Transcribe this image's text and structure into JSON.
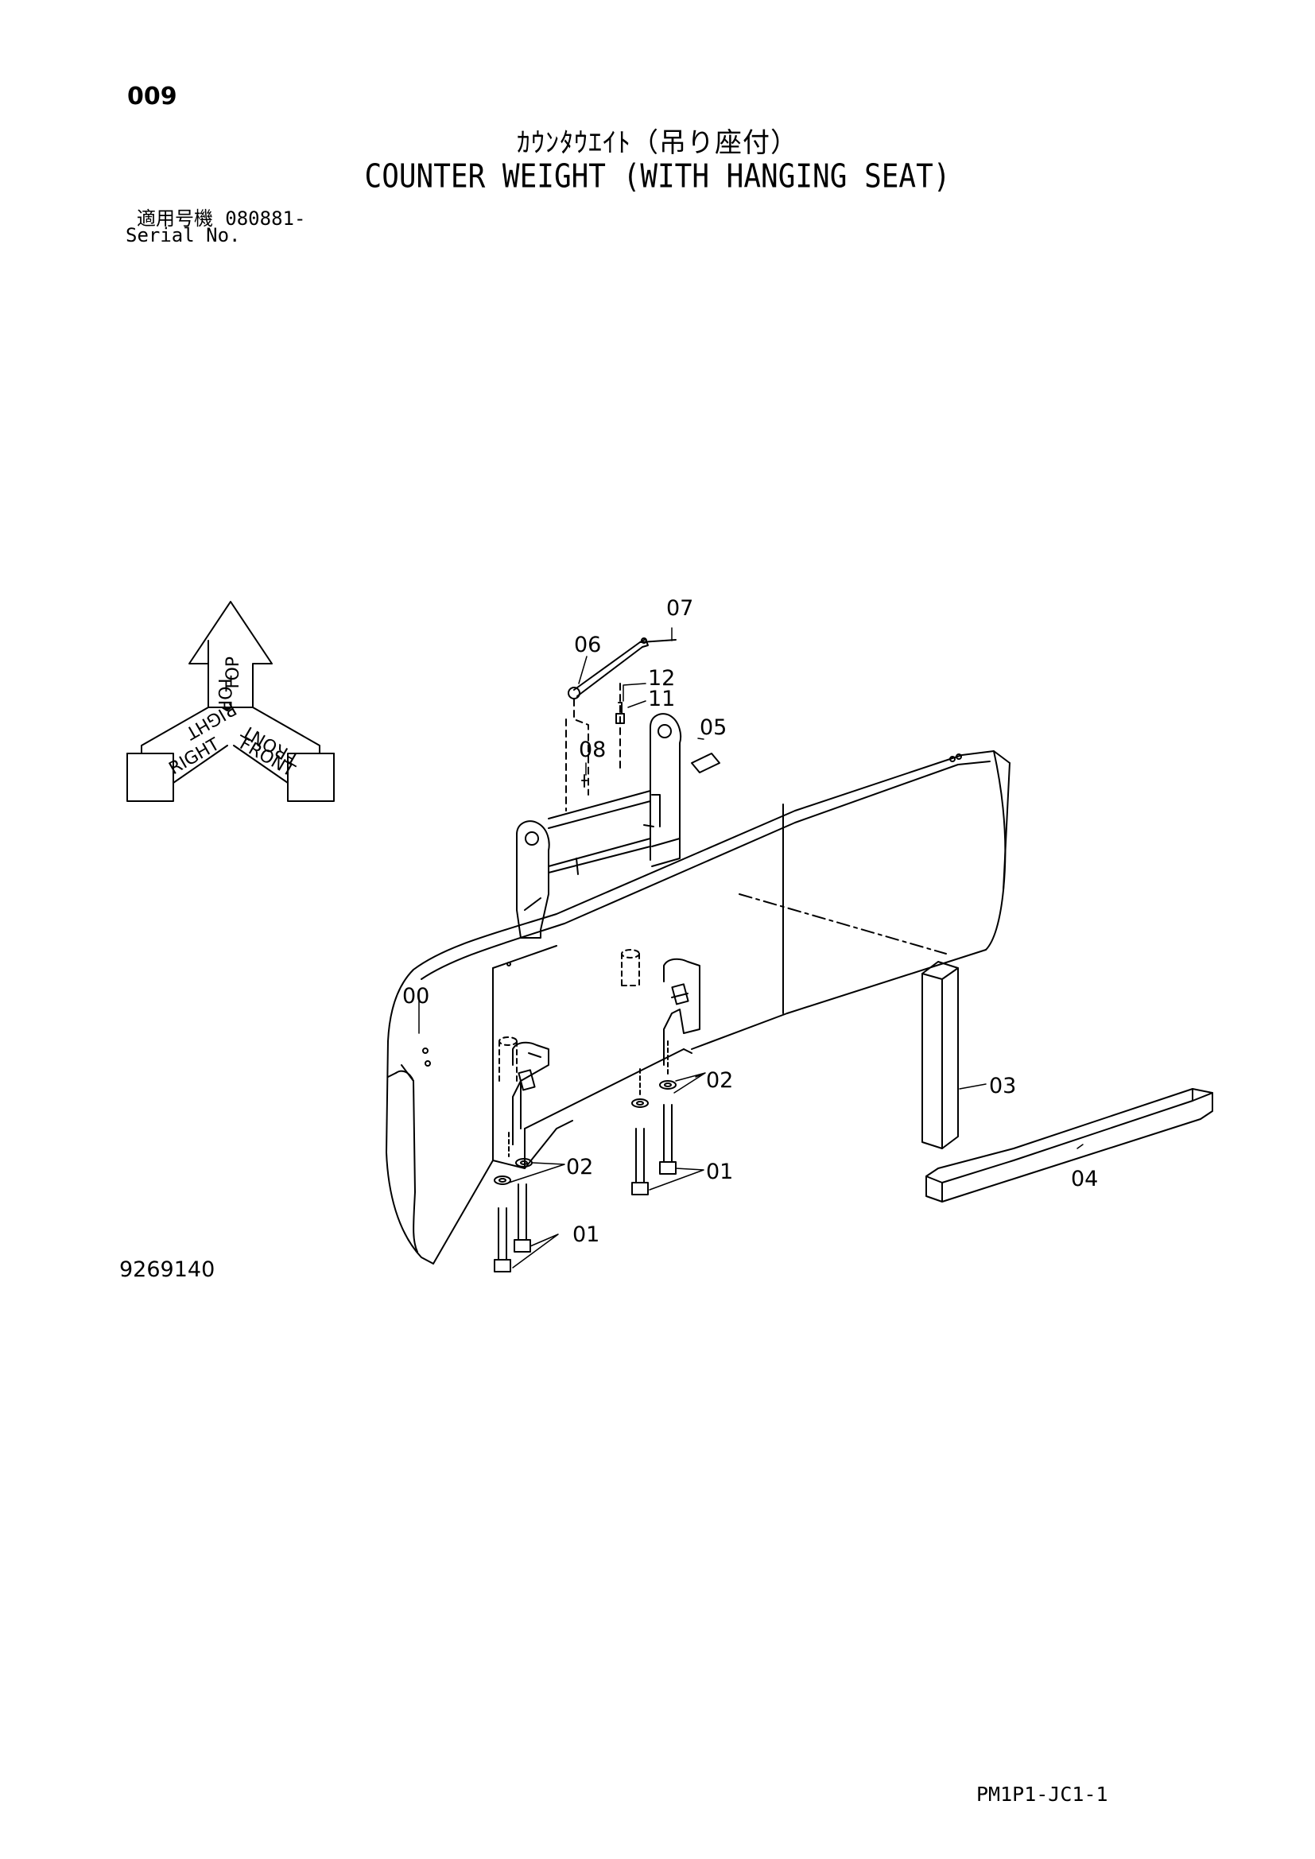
{
  "header": {
    "page_number": "009",
    "title_jp": "ｶｳﾝﾀｳｴｲﾄ（吊り座付）",
    "title_en": "COUNTER WEIGHT (WITH HANGING SEAT)",
    "serial_label_jp": "適用号機",
    "serial_value": "080881-",
    "serial_label_en": "Serial No."
  },
  "orientation_icon": {
    "top_label": "TOP",
    "right_label": "RIGHT",
    "front_label": "FRONT"
  },
  "part_callouts": {
    "c00": "00",
    "c01a": "01",
    "c01b": "01",
    "c02a": "02",
    "c02b": "02",
    "c03": "03",
    "c04": "04",
    "c05": "05",
    "c06": "06",
    "c07": "07",
    "c08": "08",
    "c11": "11",
    "c12": "12"
  },
  "footer": {
    "drawing_number": "9269140",
    "sheet_code": "PM1P1-JC1-1"
  }
}
